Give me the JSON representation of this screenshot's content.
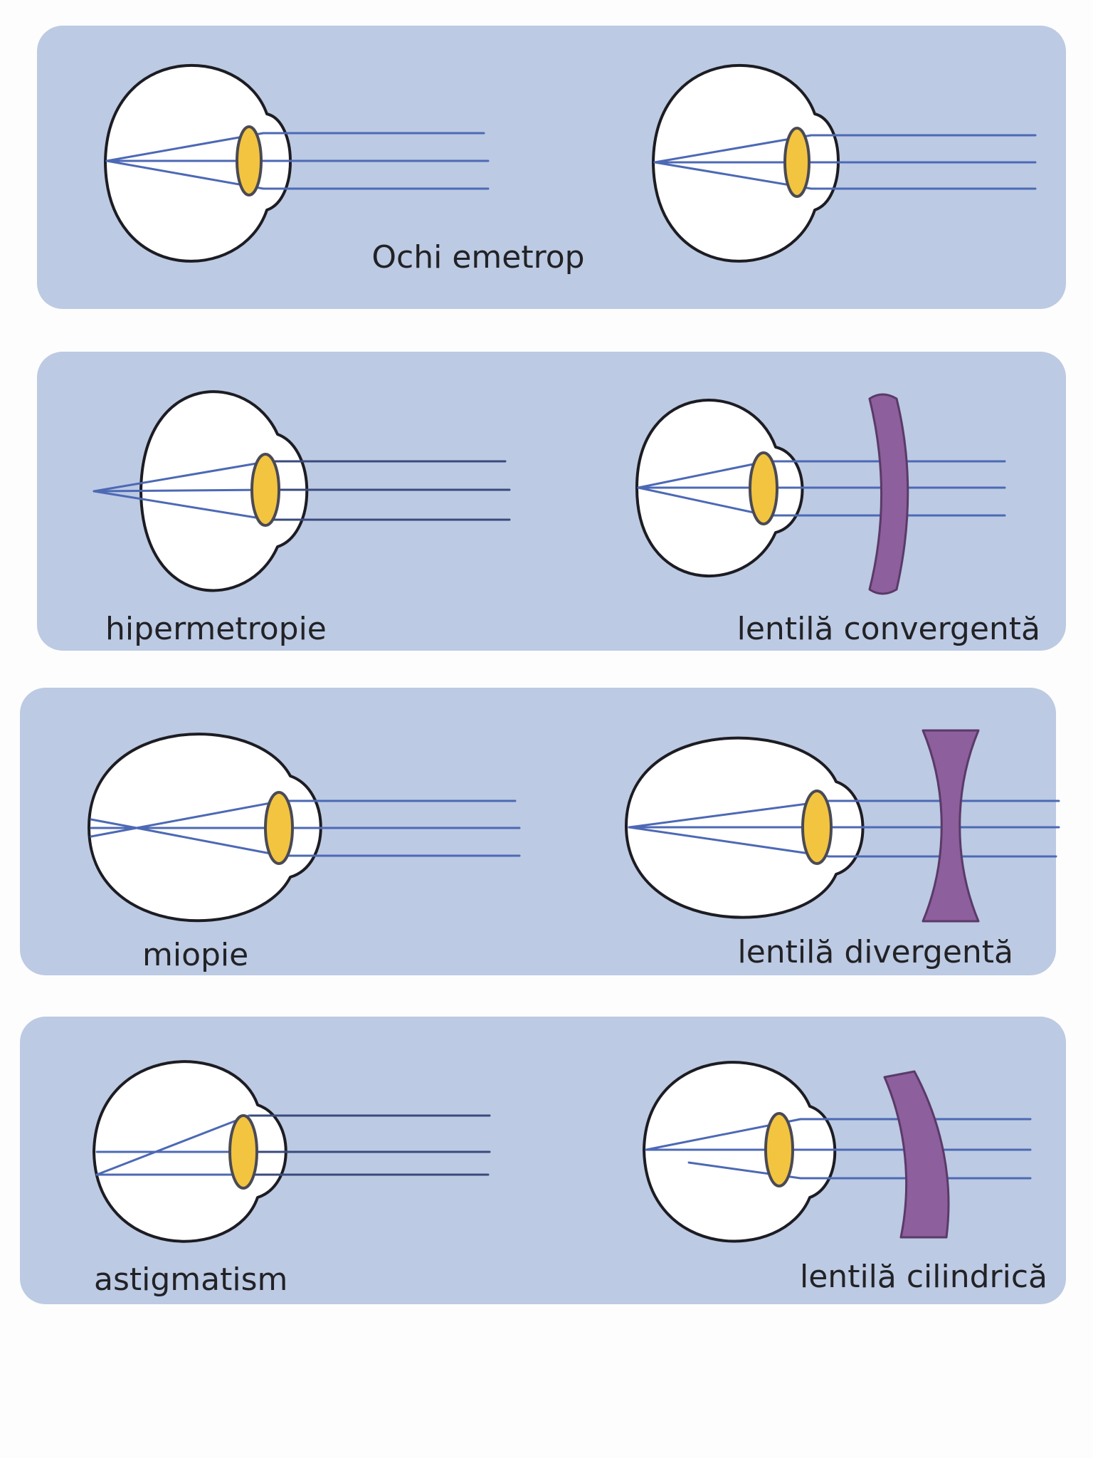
{
  "panels": [
    {
      "left_label": "",
      "right_label": "",
      "center_label": "Ochi emetrop"
    },
    {
      "left_label": "hipermetropie",
      "right_label": "lentilă convergentă",
      "center_label": ""
    },
    {
      "left_label": "miopie",
      "right_label": "lentilă divergentă",
      "center_label": ""
    },
    {
      "left_label": "astigmatism",
      "right_label": "lentilă cilindrică",
      "center_label": ""
    }
  ],
  "colors": {
    "panel": "#bccae3",
    "lens": "#f2c440",
    "ray": "#4d69b5",
    "corrective_lens": "#8d5f9c"
  }
}
